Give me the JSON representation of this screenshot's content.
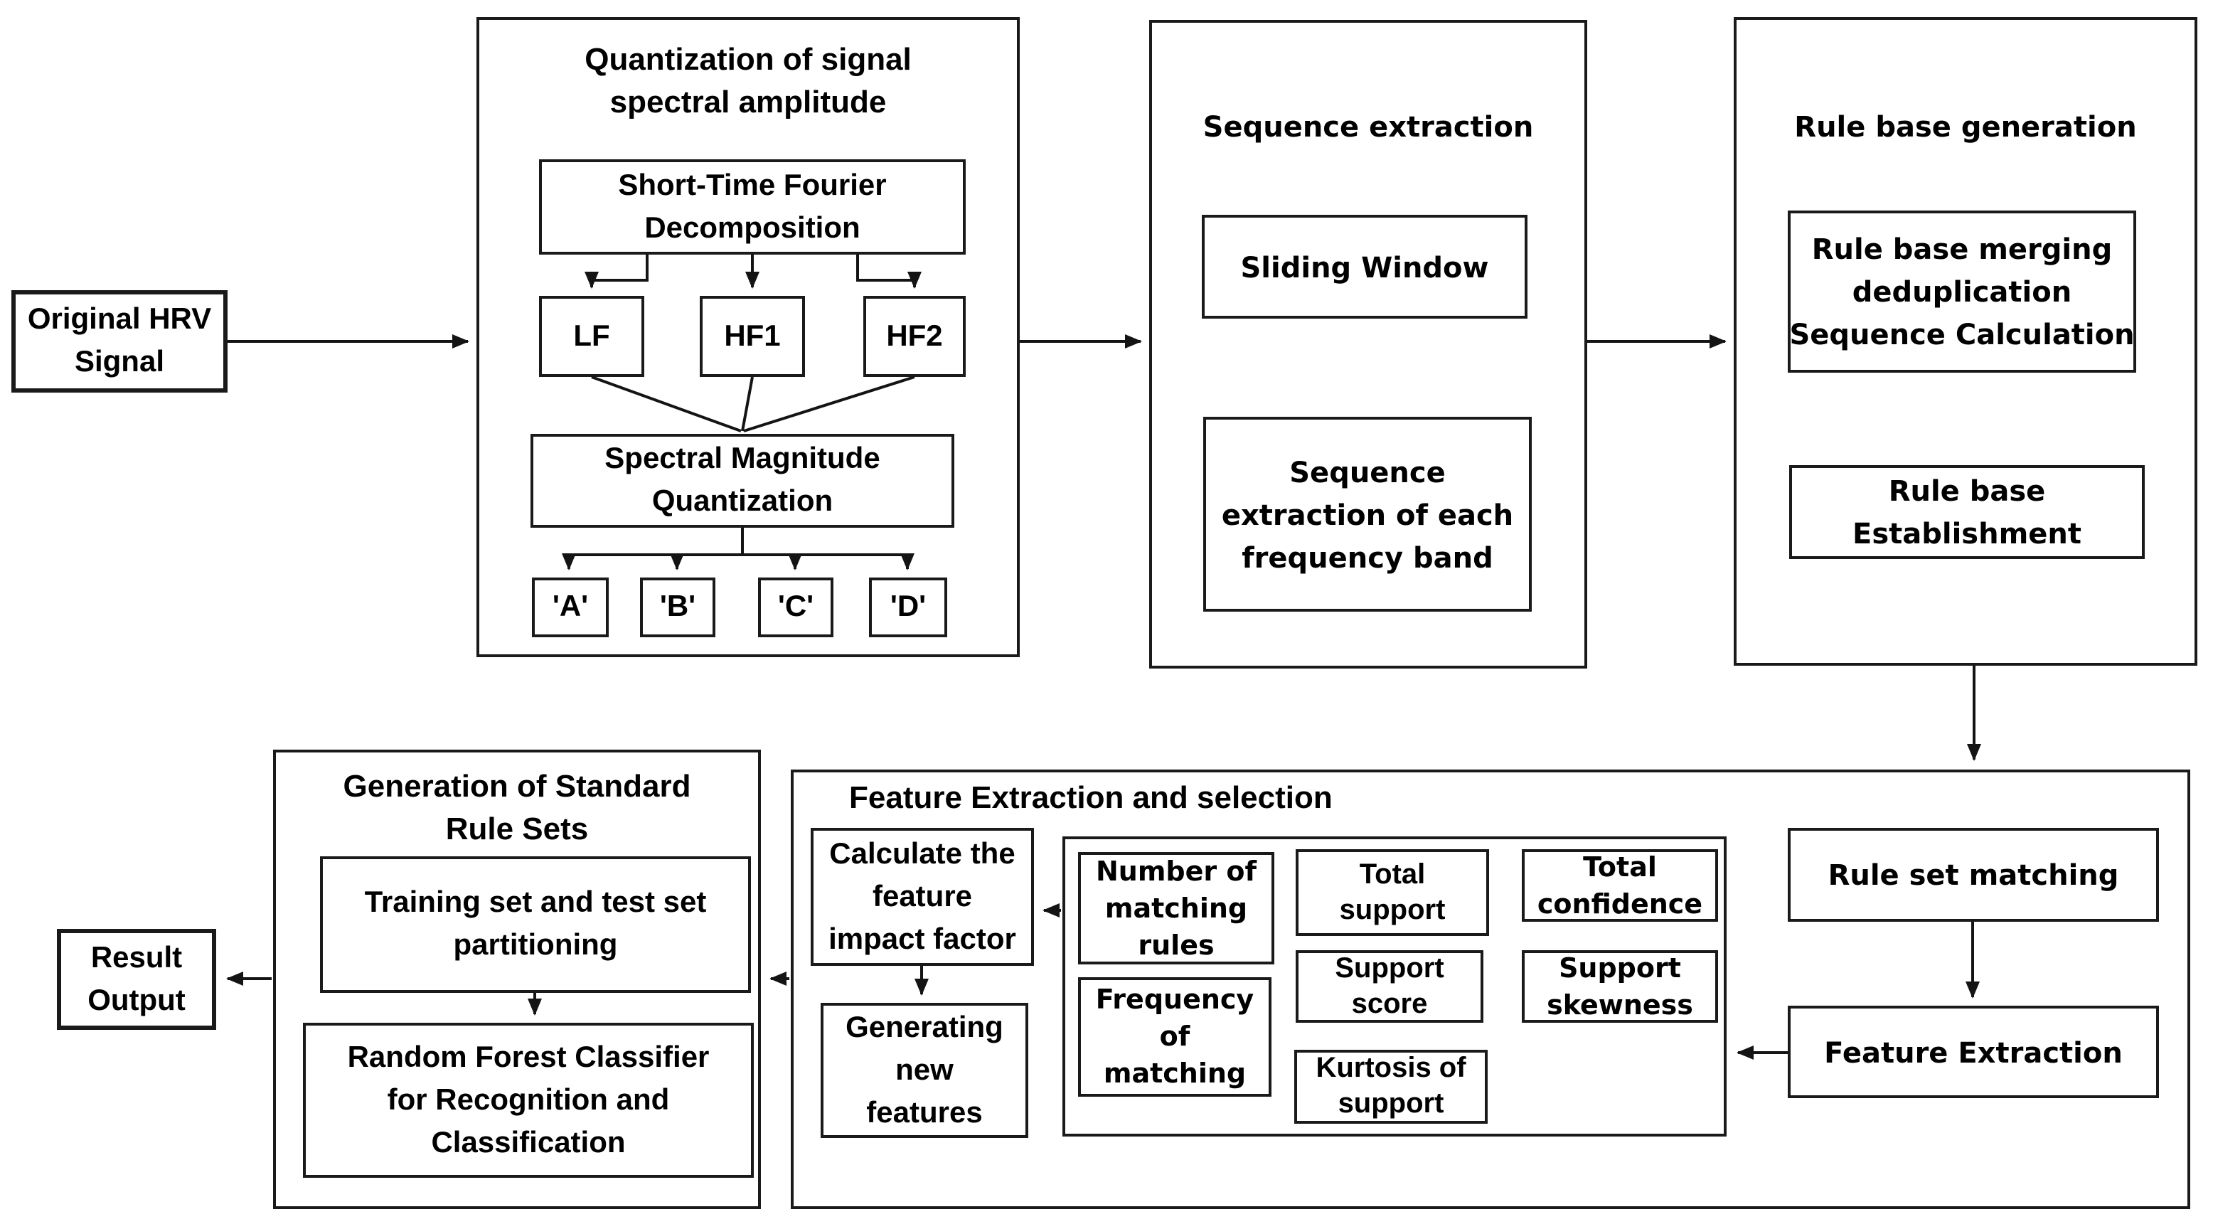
{
  "diagram": {
    "background_color": "#ffffff",
    "line_color": "#141414",
    "containers": {
      "quantization": {
        "title_lines": [
          "Quantization of signal",
          "spectral amplitude"
        ]
      },
      "sequence_extraction": {
        "title_lines": [
          "Sequence extraction"
        ]
      },
      "rule_base_generation": {
        "title_lines": [
          "Rule base generation"
        ]
      },
      "feature_extraction_selection": {
        "title_lines": [
          "Feature Extraction and selection"
        ]
      },
      "generation_standard_rule_sets": {
        "title_lines": [
          "Generation of Standard",
          "Rule Sets"
        ]
      }
    },
    "nodes": {
      "original_hrv": {
        "lines": [
          "Original HRV",
          "Signal"
        ]
      },
      "stfd": {
        "lines": [
          "Short-Time Fourier",
          "Decomposition"
        ]
      },
      "lf": {
        "lines": [
          "LF"
        ]
      },
      "hf1": {
        "lines": [
          "HF1"
        ]
      },
      "hf2": {
        "lines": [
          "HF2"
        ]
      },
      "smq": {
        "lines": [
          "Spectral Magnitude",
          "Quantization"
        ]
      },
      "quant_a": {
        "lines": [
          "'A'"
        ]
      },
      "quant_b": {
        "lines": [
          "'B'"
        ]
      },
      "quant_c": {
        "lines": [
          "'C'"
        ]
      },
      "quant_d": {
        "lines": [
          "'D'"
        ]
      },
      "sliding_window": {
        "lines": [
          "Sliding Window"
        ]
      },
      "seq_band": {
        "lines": [
          "Sequence",
          "extraction of each",
          "frequency band"
        ]
      },
      "rb_merge": {
        "lines": [
          "Rule base merging",
          "deduplication",
          "Sequence Calculation"
        ]
      },
      "rb_establish": {
        "lines": [
          "Rule base",
          "Establishment"
        ]
      },
      "calc_impact": {
        "lines": [
          "Calculate the",
          "feature",
          "impact factor"
        ]
      },
      "gen_features": {
        "lines": [
          "Generating",
          "new",
          "features"
        ]
      },
      "num_matching_rules": {
        "lines": [
          "Number of",
          "matching",
          "rules"
        ]
      },
      "freq_matching": {
        "lines": [
          "Frequency",
          "of",
          "matching"
        ]
      },
      "total_support": {
        "lines": [
          "Total",
          "support"
        ]
      },
      "total_confidence": {
        "lines": [
          "Total",
          "confidence"
        ]
      },
      "support_score": {
        "lines": [
          "Support",
          "score"
        ]
      },
      "support_skewness": {
        "lines": [
          "Support",
          "skewness"
        ]
      },
      "kurtosis_support": {
        "lines": [
          "Kurtosis of",
          "support"
        ]
      },
      "rule_set_matching": {
        "lines": [
          "Rule set matching"
        ]
      },
      "feature_extraction": {
        "lines": [
          "Feature Extraction"
        ]
      },
      "training_partition": {
        "lines": [
          "Training set and test set",
          "partitioning"
        ]
      },
      "random_forest": {
        "lines": [
          "Random Forest Classifier",
          "for Recognition and",
          "Classification"
        ]
      },
      "result_output": {
        "lines": [
          "Result",
          "Output"
        ]
      }
    }
  }
}
